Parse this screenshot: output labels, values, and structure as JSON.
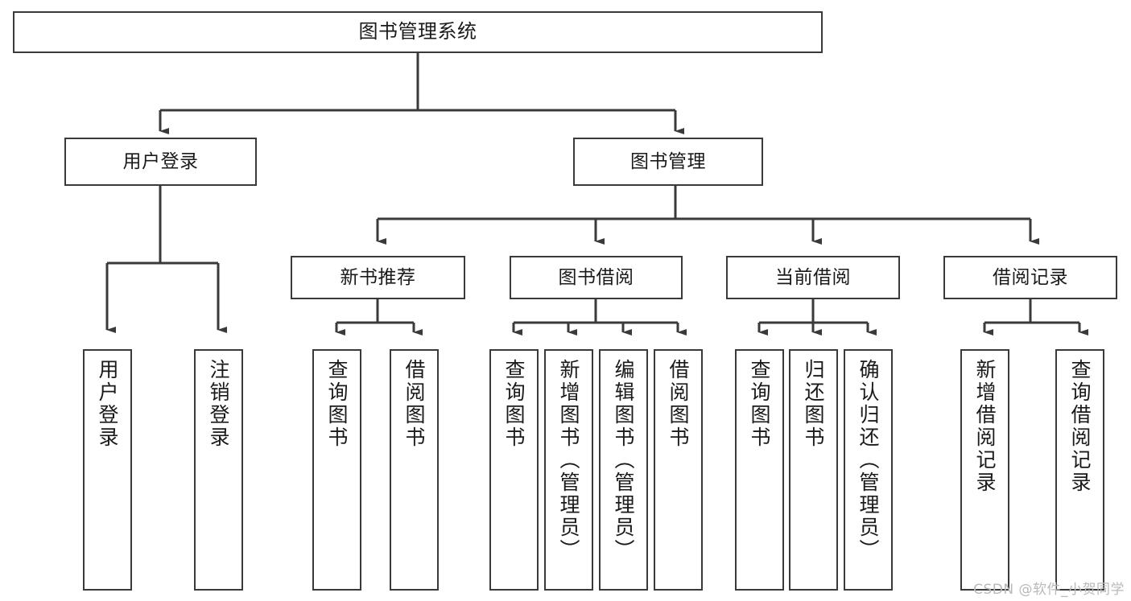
{
  "diagram": {
    "type": "tree",
    "title": "图书管理系统",
    "root": {
      "label": "图书管理系统"
    },
    "level1": [
      {
        "label": "用户登录"
      },
      {
        "label": "图书管理"
      }
    ],
    "level2": [
      {
        "label": "新书推荐"
      },
      {
        "label": "图书借阅"
      },
      {
        "label": "当前借阅"
      },
      {
        "label": "借阅记录"
      }
    ],
    "leaves": {
      "user_login": [
        {
          "label": "用户登录"
        },
        {
          "label": "注销登录"
        }
      ],
      "new_book_recommend": [
        {
          "label": "查询图书"
        },
        {
          "label": "借阅图书"
        }
      ],
      "book_borrow": [
        {
          "label": "查询图书"
        },
        {
          "label": "新增图书（管理员）"
        },
        {
          "label": "编辑图书（管理员）"
        },
        {
          "label": "借阅图书"
        }
      ],
      "current_borrow": [
        {
          "label": "查询图书"
        },
        {
          "label": "归还图书"
        },
        {
          "label": "确认归还（管理员）"
        }
      ],
      "borrow_record": [
        {
          "label": "新增借阅记录"
        },
        {
          "label": "查询借阅记录"
        }
      ]
    }
  },
  "watermark": {
    "text": "CSDN @软件_小贺同学"
  },
  "colors": {
    "stroke": "#3a3a3a",
    "background": "#ffffff",
    "text": "#1a1a1a",
    "watermark": "#b9b9b9"
  }
}
